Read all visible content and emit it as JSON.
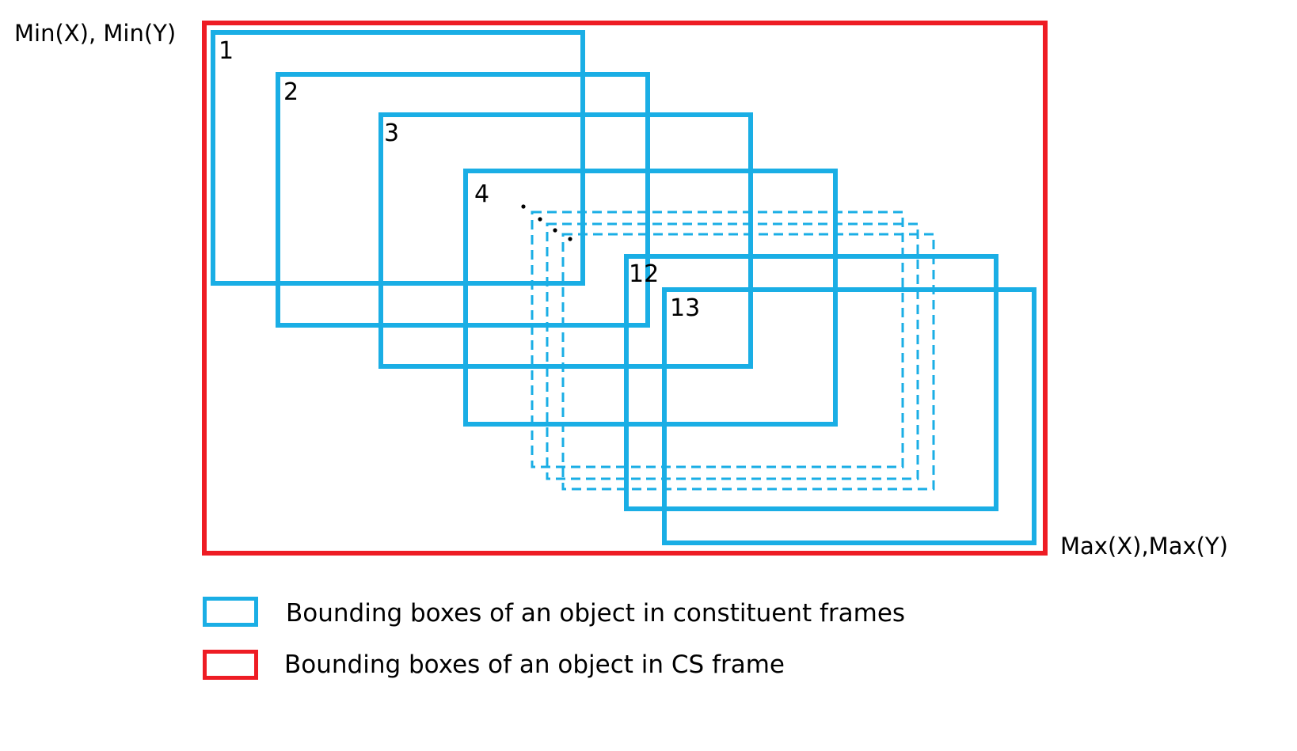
{
  "colors": {
    "frame_box": "#1aaee5",
    "cs_box": "#ee1c24",
    "text": "#000000"
  },
  "corners": {
    "min_label": "Min(X), Min(Y)",
    "max_label": "Max(X),Max(Y)"
  },
  "frames": [
    {
      "number": "1",
      "style": "solid"
    },
    {
      "number": "2",
      "style": "solid"
    },
    {
      "number": "3",
      "style": "solid"
    },
    {
      "number": "4",
      "style": "solid"
    },
    {
      "number": "",
      "style": "dashed"
    },
    {
      "number": "",
      "style": "dashed"
    },
    {
      "number": "",
      "style": "dashed"
    },
    {
      "number": "12",
      "style": "solid"
    },
    {
      "number": "13",
      "style": "solid"
    }
  ],
  "legend": [
    {
      "label": "Bounding boxes of an object in constituent frames",
      "color": "#1aaee5"
    },
    {
      "label": "Bounding boxes of an object in CS frame",
      "color": "#ee1c24"
    }
  ]
}
